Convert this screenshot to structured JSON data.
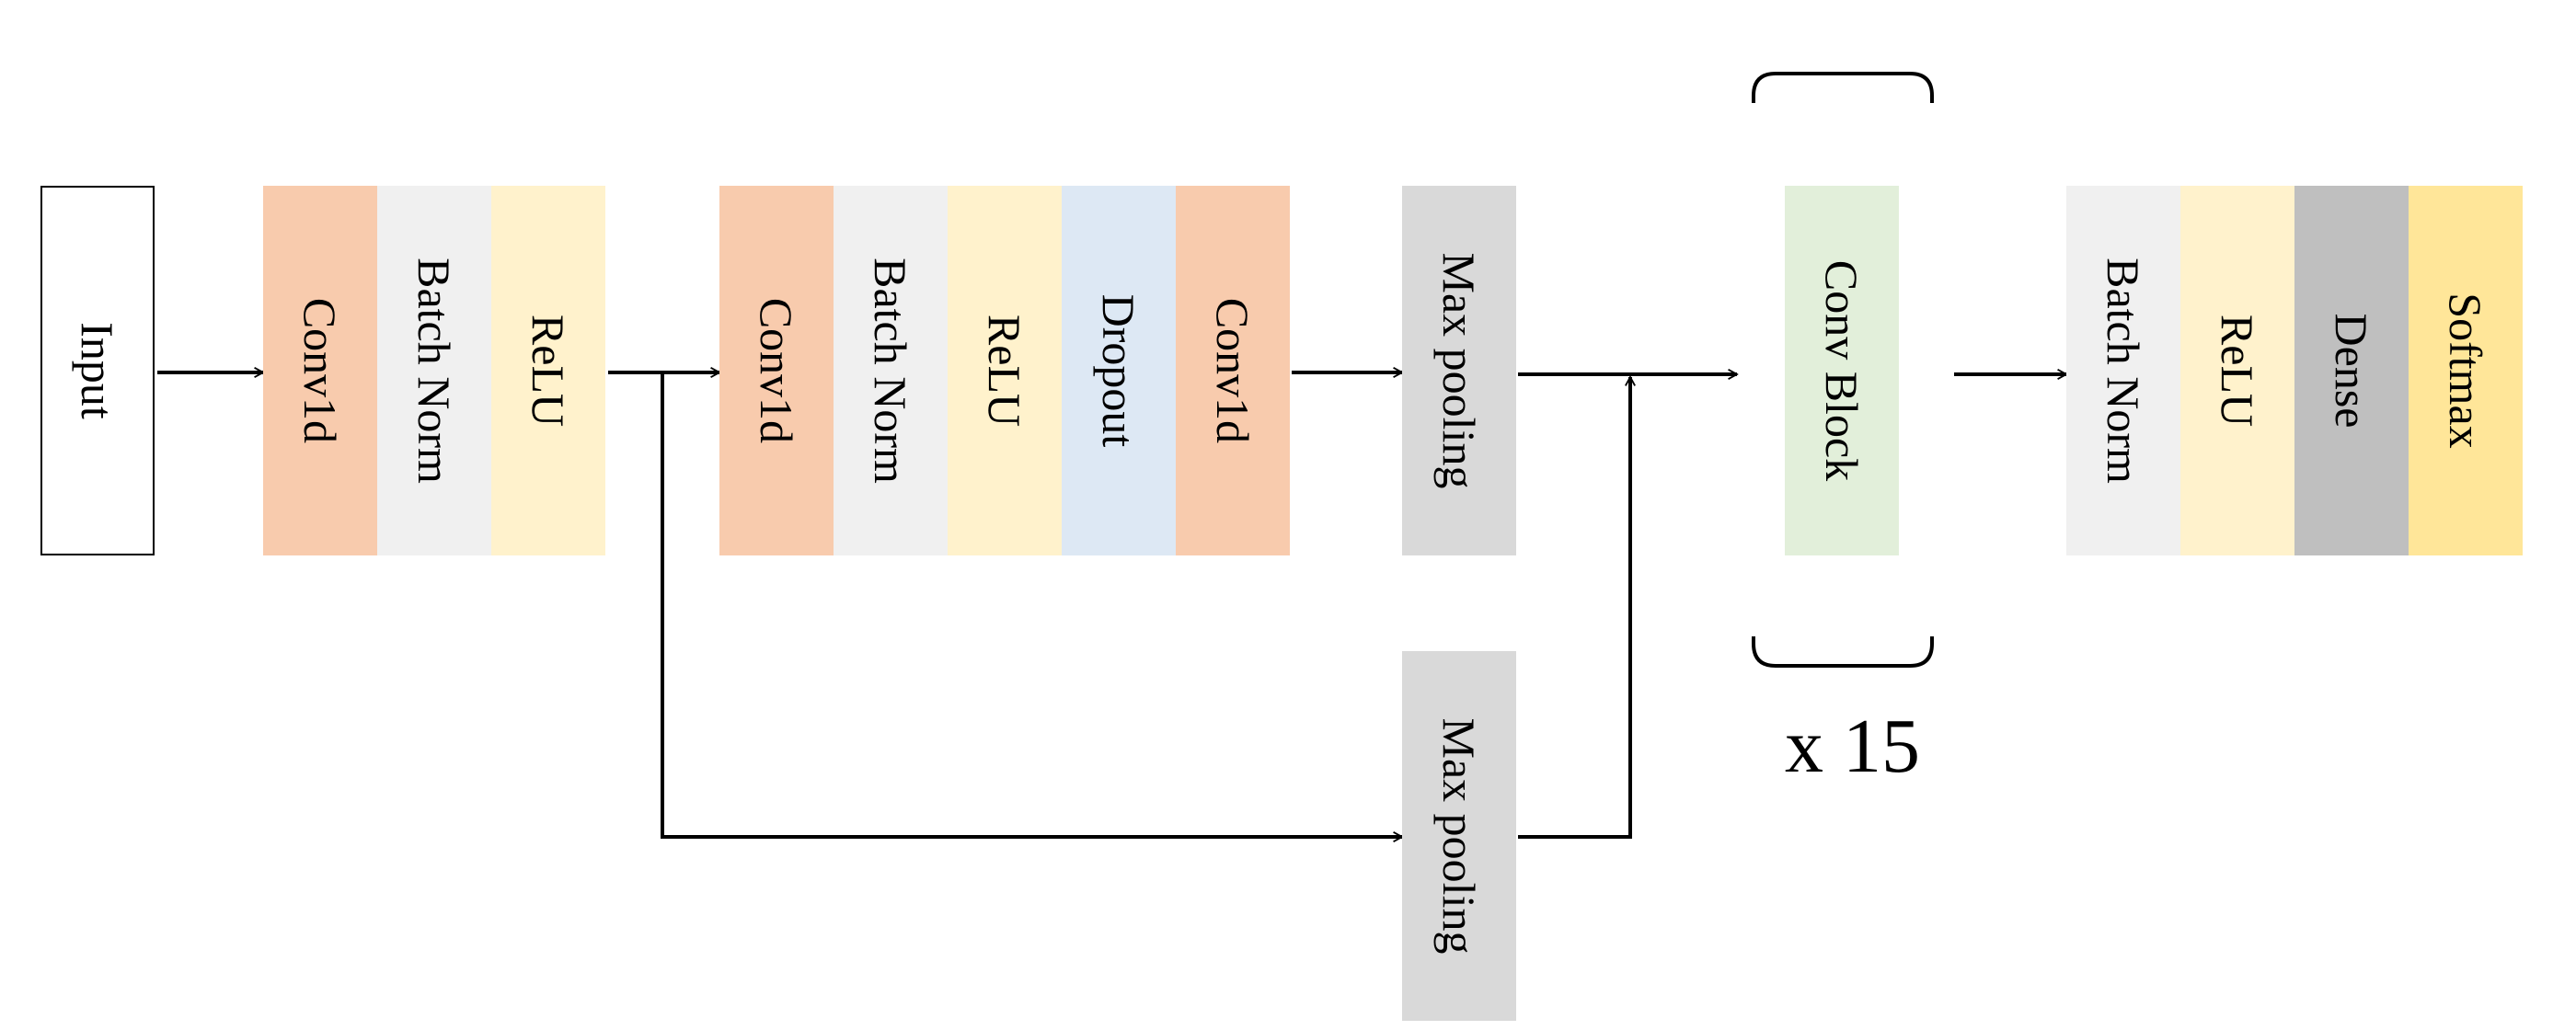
{
  "colors": {
    "conv": "#f8cbad",
    "norm": "#f0f0f0",
    "relu": "#fff2cc",
    "dropout": "#dde8f4",
    "pool": "#d9d9d9",
    "convblock": "#e2efda",
    "dense": "#bfbfbf",
    "softmax": "#ffe699",
    "line": "#000000"
  },
  "input": {
    "label": "Input"
  },
  "stage1": {
    "conv": "Conv1d",
    "norm": "Batch Norm",
    "relu": "ReLU"
  },
  "stage2": {
    "conv_a": "Conv1d",
    "norm": "Batch Norm",
    "relu": "ReLU",
    "dropout": "Dropout",
    "conv_b": "Conv1d"
  },
  "pool_main": {
    "label": "Max pooling"
  },
  "pool_skip": {
    "label": "Max pooling"
  },
  "conv_block": {
    "label": "Conv Block",
    "repeat": "x 15"
  },
  "head": {
    "norm": "Batch Norm",
    "relu": "ReLU",
    "dense": "Dense",
    "softmax": "Softmax"
  }
}
